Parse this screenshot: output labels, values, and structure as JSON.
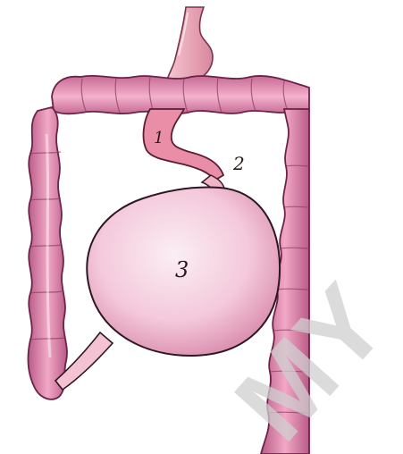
{
  "labels": {
    "label_1": "1",
    "label_2": "2",
    "label_3": "3"
  },
  "watermark": "MY",
  "colors": {
    "colon_fill": "#efa9c7",
    "colon_outline": "#6b2347",
    "stomach_fill": "#f6d3e1",
    "stomach_outline": "#3a1a2a",
    "duodenum_fill": "#e98ea6",
    "esophagus_fill": "#eeb1c1"
  }
}
